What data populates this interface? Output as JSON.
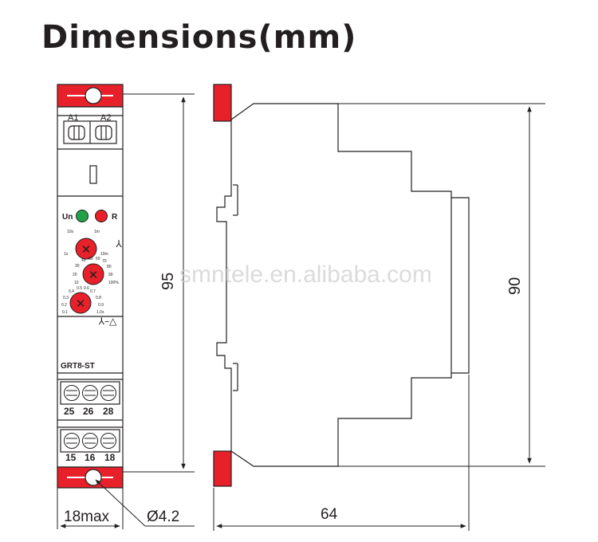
{
  "title": "Dimensions(mm)",
  "watermark": "smntele.en.alibaba.com",
  "front": {
    "terminal_labels_top": [
      "A1",
      "A2"
    ],
    "led_labels": [
      "Un",
      "R"
    ],
    "model": "GRT8-ST",
    "terminal_row_1": [
      "25",
      "26",
      "28"
    ],
    "terminal_row_2": [
      "15",
      "16",
      "18"
    ],
    "knob_time_range": {
      "scale_labels": [
        "1s",
        "10s",
        "1m",
        "10m"
      ]
    },
    "knob_percent": {
      "scale_labels": [
        "10",
        "20",
        "30",
        "40",
        "50",
        "60",
        "70",
        "80",
        "90",
        "100%"
      ]
    },
    "knob_switch_time": {
      "scale_labels": [
        "0.1",
        "0.2",
        "0.3",
        "0.4",
        "0.5",
        "0.6",
        "0.7",
        "0.8",
        "0.9",
        "1.0s"
      ]
    }
  },
  "dimensions": {
    "width_front": "18max",
    "hole": "Ø4.2",
    "height_total": "95",
    "height_body": "90",
    "depth": "64"
  },
  "colors": {
    "accent_red": "#e8202a",
    "led_green": "#1fa34a",
    "outline": "#231f20"
  }
}
